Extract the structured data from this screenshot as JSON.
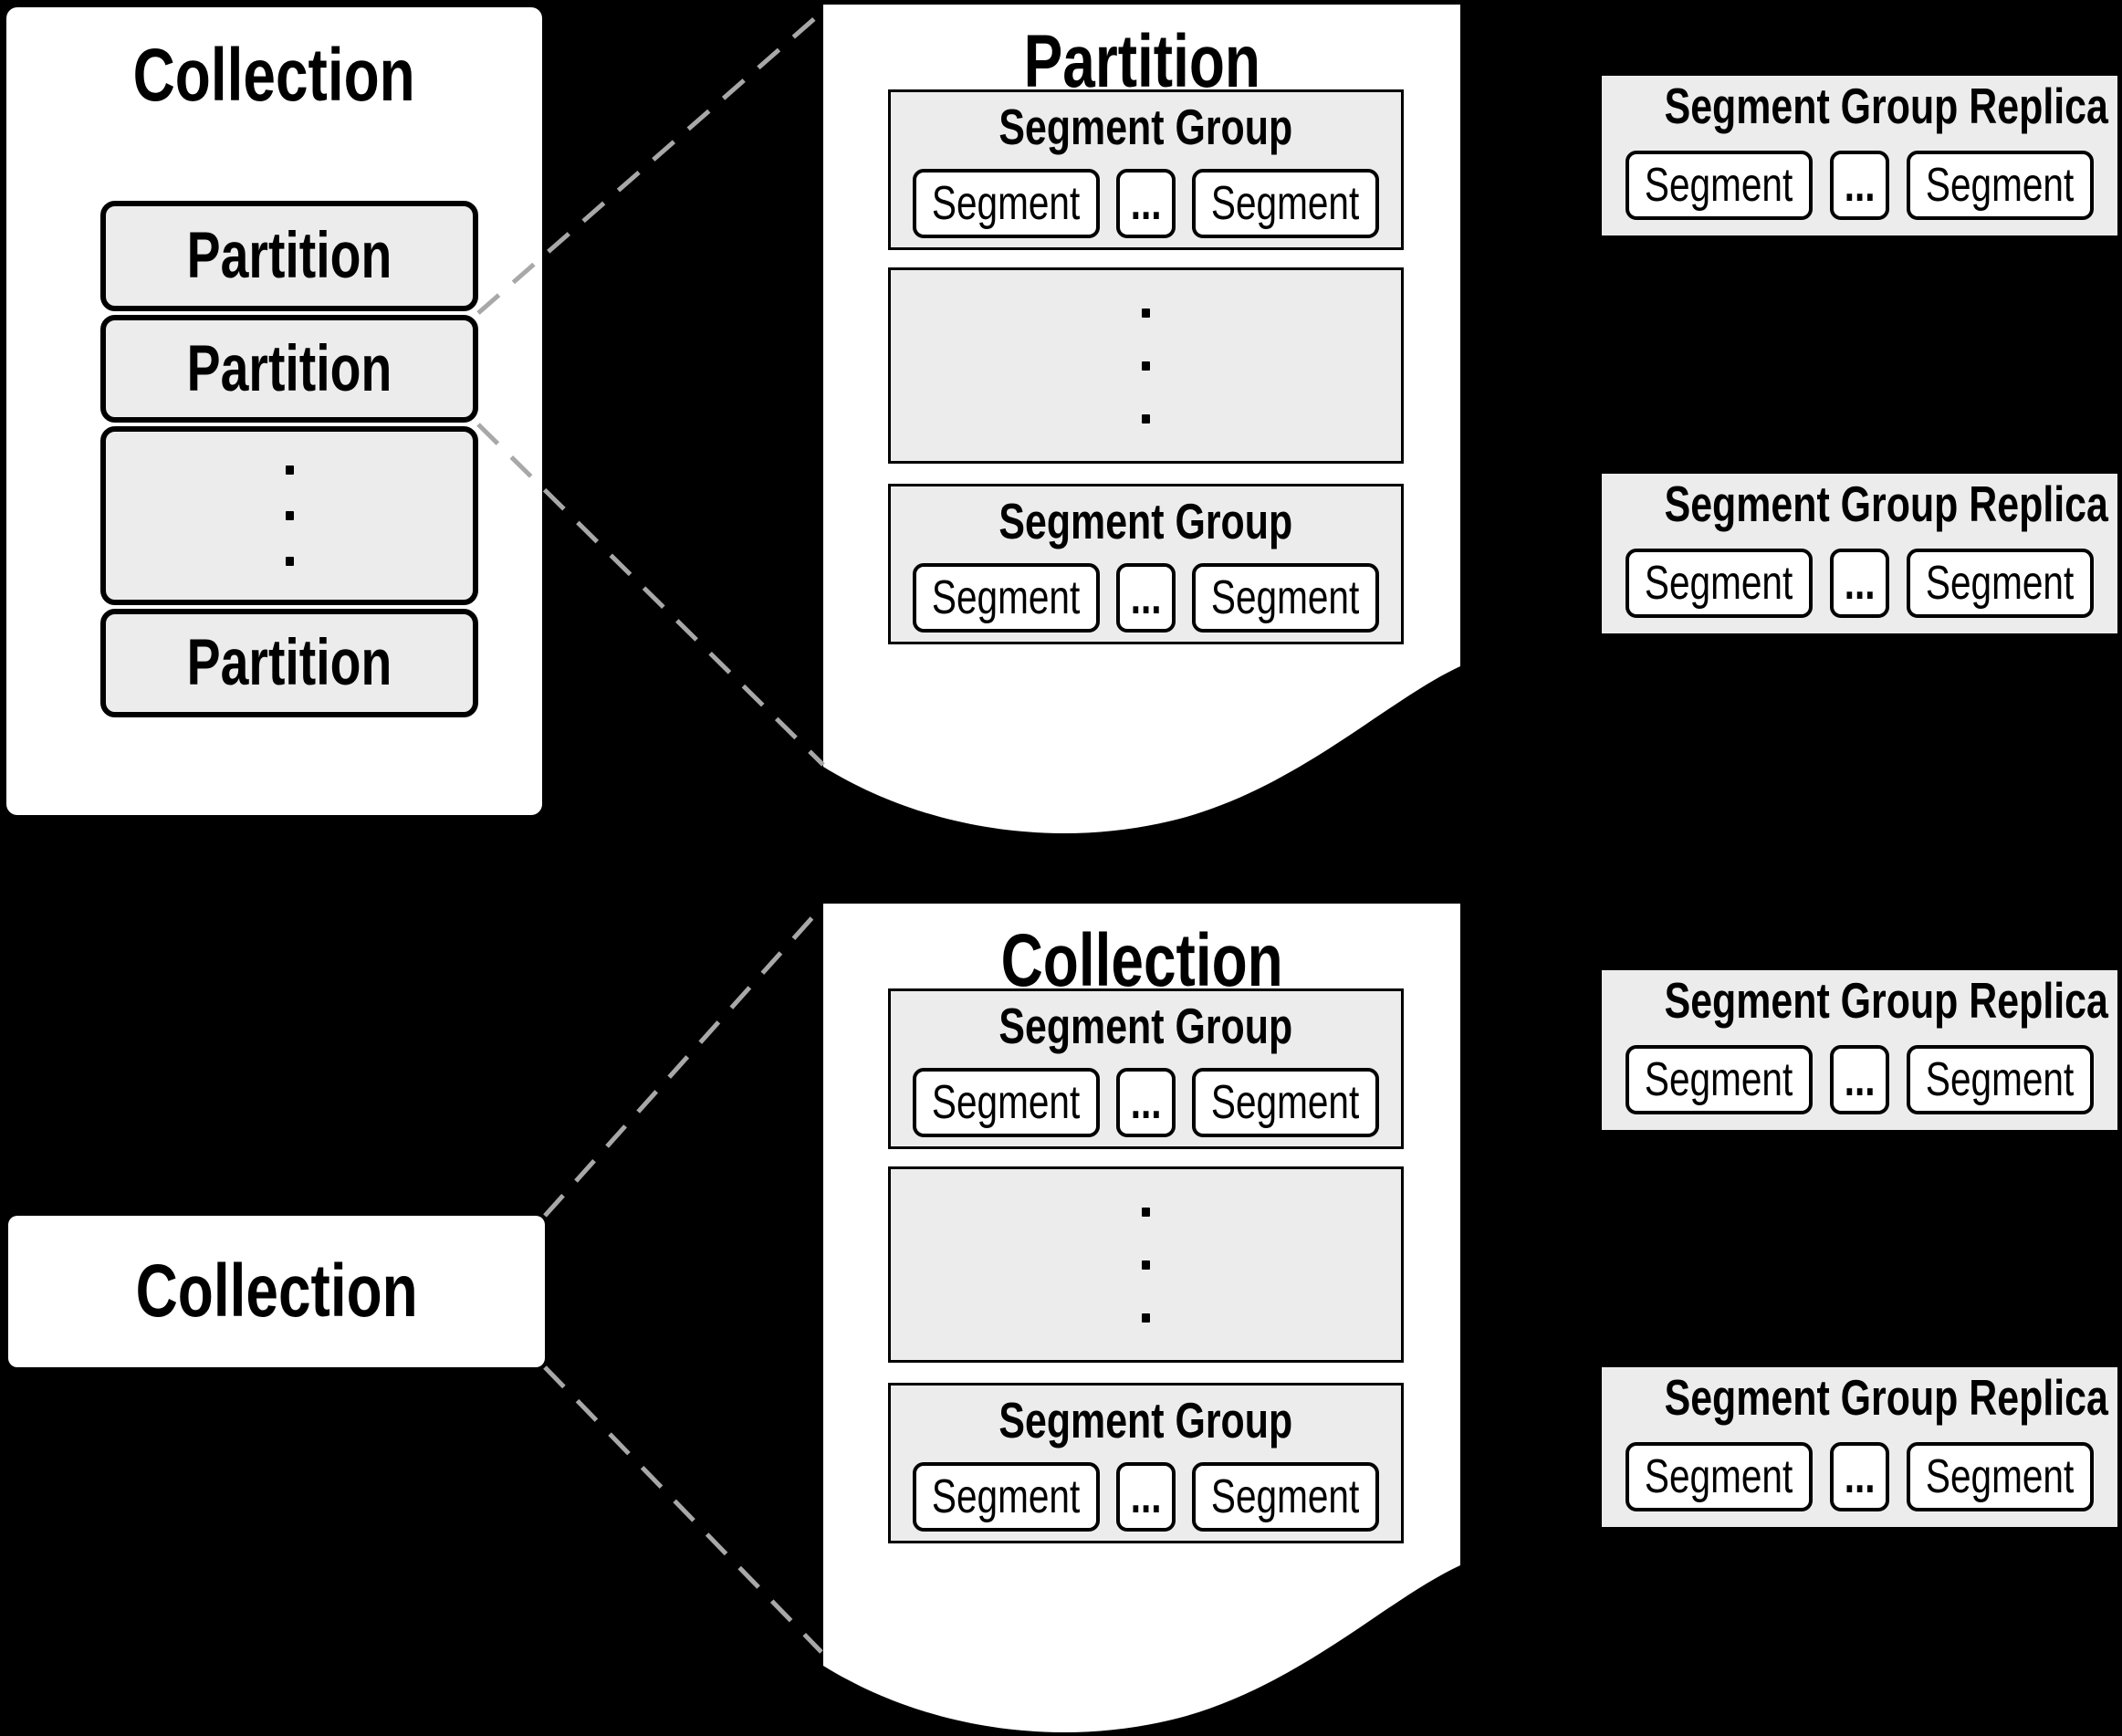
{
  "colors": {
    "background": "#000000",
    "panel_fill": "#ffffff",
    "box_fill": "#ececec",
    "border": "#000000",
    "dashed_line": "#a8a8a8"
  },
  "left_panel": {
    "title": "Collection",
    "rows": [
      {
        "label": "Partition"
      },
      {
        "label": "Partition"
      },
      {
        "label": "",
        "vertical_ellipsis": "⋮"
      },
      {
        "label": "Partition"
      }
    ]
  },
  "documents": [
    {
      "title": "Partition",
      "groups": [
        {
          "title": "Segment Group",
          "segments": [
            "Segment",
            "...",
            "Segment"
          ]
        },
        {
          "vertical_ellipsis": "⋮"
        },
        {
          "title": "Segment Group",
          "segments": [
            "Segment",
            "...",
            "Segment"
          ]
        }
      ]
    },
    {
      "title": "Collection",
      "groups": [
        {
          "title": "Segment Group",
          "segments": [
            "Segment",
            "...",
            "Segment"
          ]
        },
        {
          "vertical_ellipsis": "⋮"
        },
        {
          "title": "Segment Group",
          "segments": [
            "Segment",
            "...",
            "Segment"
          ]
        }
      ]
    }
  ],
  "replicas": [
    {
      "title": "Segment Group Replica",
      "segments": [
        "Segment",
        "...",
        "Segment"
      ]
    },
    {
      "title": "Segment Group Replica",
      "segments": [
        "Segment",
        "...",
        "Segment"
      ]
    },
    {
      "title": "Segment Group Replica",
      "segments": [
        "Segment",
        "...",
        "Segment"
      ]
    },
    {
      "title": "Segment Group Replica",
      "segments": [
        "Segment",
        "...",
        "Segment"
      ]
    }
  ],
  "collection_node": {
    "title": "Collection"
  }
}
